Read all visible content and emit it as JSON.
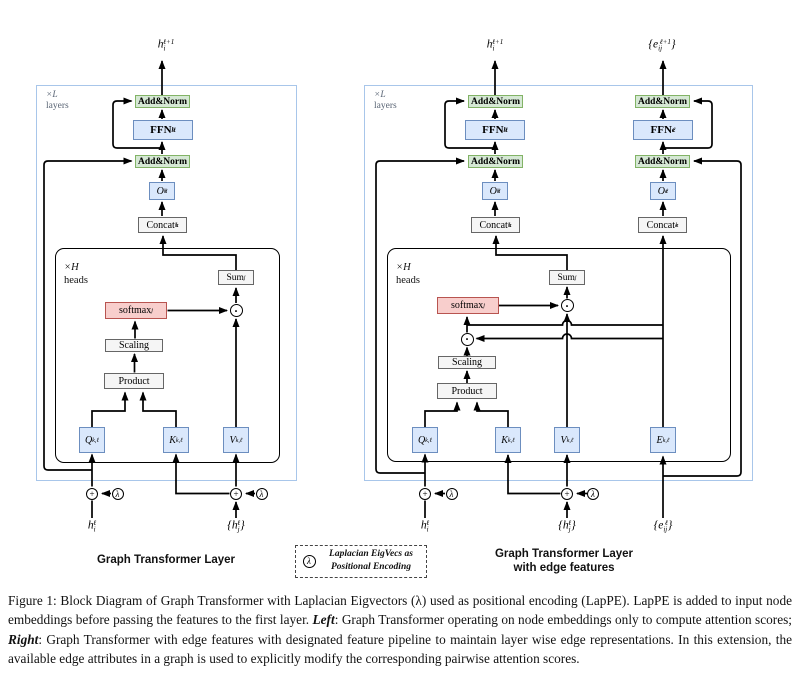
{
  "figure": {
    "colors": {
      "green_fill": "#d5e8d4",
      "green_border": "#82b366",
      "blue_fill": "#dae8fc",
      "blue_border": "#6c8ebf",
      "red_fill": "#f8cecc",
      "red_border": "#b85450",
      "gray_fill": "#f5f5f5",
      "gray_border": "#666666",
      "frame_blue": "#a8c6ea"
    },
    "blocks": {
      "add_norm": "Add&Norm",
      "ffn_h": "FFN_{h}^{ℓ}",
      "ffn_e": "FFN_{e}^{ℓ}",
      "o_h": "O_{h}^{ℓ}",
      "o_e": "O_{e}^{ℓ}",
      "concat_h": "Concat_{h}^{k}",
      "concat_e": "Concat_{e}^{k}",
      "sum": "Sum_{j}",
      "softmax": "softmax_{j}",
      "scaling": "Scaling",
      "product": "Product",
      "q": "Q^{k,ℓ}",
      "k": "K^{k,ℓ}",
      "v": "V^{k,ℓ}",
      "e": "E^{k,ℓ}",
      "plus": "+",
      "lambda": "λ",
      "dot": "·"
    },
    "left": {
      "title": "Graph Transformer Layer",
      "repeat_times": "×L",
      "repeat_unit": "layers",
      "heads_times": "×H",
      "heads_unit": "heads",
      "output": "h_{i}^{ℓ+1}",
      "input_node": "h_{i}^{ℓ}",
      "input_neighbors": "{h_{j}^{ℓ}}"
    },
    "right": {
      "title_line1": "Graph Transformer Layer",
      "title_line2": "with edge features",
      "repeat_times": "×L",
      "repeat_unit": "layers",
      "heads_times": "×H",
      "heads_unit": "heads",
      "output_node": "h_{i}^{ℓ+1}",
      "output_edge": "{e_{ij}^{ℓ+1}}",
      "input_node": "h_{i}^{ℓ}",
      "input_neighbors": "{h_{j}^{ℓ}}",
      "input_edges": "{e_{ij}^{ℓ}}"
    },
    "legend": {
      "symbol": "λ",
      "line1": "Laplacian EigVecs as",
      "line2": "Positional Encoding"
    },
    "caption": {
      "segments": [
        {
          "text": "Figure 1: Block Diagram of Graph Transformer with Laplacian Eigvectors (λ) used as positional encoding (LapPE). LapPE is added to input node embeddings before passing the features to the first layer. ",
          "style": "normal"
        },
        {
          "text": "Left",
          "style": "bold-italic"
        },
        {
          "text": ": Graph Transformer operating on node embeddings only to compute attention scores; ",
          "style": "normal"
        },
        {
          "text": "Right",
          "style": "bold-italic"
        },
        {
          "text": ": Graph Transformer with edge features with designated feature pipeline to maintain layer wise edge representations. In this extension, the available edge attributes in a graph is used to explicitly modify the corresponding pairwise attention scores.",
          "style": "normal"
        }
      ]
    }
  }
}
